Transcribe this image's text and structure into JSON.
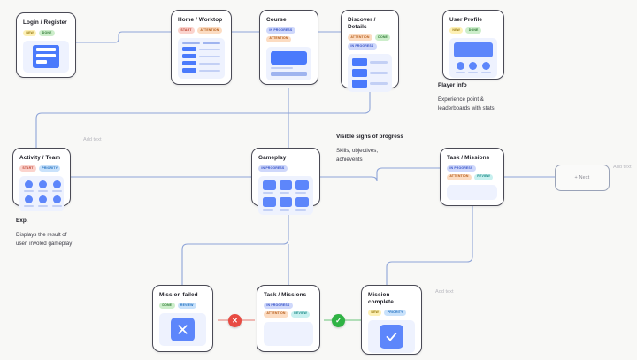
{
  "canvas": {
    "background": "#f8f8f6",
    "accent": "#4a7afc",
    "wire_color": "#8ea4d8",
    "fail_color": "#e84b42",
    "success_color": "#2fb344"
  },
  "badge_labels": {
    "new": "NEW",
    "done": "DONE",
    "start": "START",
    "attention": "ATTENTION",
    "in_progress": "IN PROGRESS",
    "priority": "PRIORITY",
    "review": "REVIEW"
  },
  "nodes": [
    {
      "id": "login-register",
      "title": "Login / Register",
      "badges": [
        {
          "label": "NEW",
          "style": "b-new"
        },
        {
          "label": "DONE",
          "style": "b-done"
        }
      ]
    },
    {
      "id": "home-worktop",
      "title": "Home / Worktop",
      "badges": [
        {
          "label": "START",
          "style": "b-start"
        },
        {
          "label": "ATTENTION",
          "style": "b-att"
        }
      ]
    },
    {
      "id": "course",
      "title": "Course",
      "badges": [
        {
          "label": "IN PROGRESS",
          "style": "b-prog"
        },
        {
          "label": "ATTENTION",
          "style": "b-att"
        }
      ]
    },
    {
      "id": "discover-details",
      "title": "Discover / Details",
      "badges": [
        {
          "label": "ATTENTION",
          "style": "b-att"
        },
        {
          "label": "DONE",
          "style": "b-done"
        },
        {
          "label": "IN PROGRESS",
          "style": "b-prog"
        }
      ]
    },
    {
      "id": "user-profile",
      "title": "User Profile",
      "badges": [
        {
          "label": "NEW",
          "style": "b-new"
        },
        {
          "label": "DONE",
          "style": "b-done"
        }
      ]
    },
    {
      "id": "activity-team",
      "title": "Activity / Team",
      "badges": [
        {
          "label": "START",
          "style": "b-start"
        },
        {
          "label": "PRIORITY",
          "style": "b-prio"
        }
      ]
    },
    {
      "id": "gameplay",
      "title": "Gameplay",
      "badges": [
        {
          "label": "IN PROGRESS",
          "style": "b-prog"
        }
      ]
    },
    {
      "id": "task-missions-right",
      "title": "Task / Missions",
      "badges": [
        {
          "label": "IN PROGRESS",
          "style": "b-prog"
        },
        {
          "label": "ATTENTION",
          "style": "b-att"
        },
        {
          "label": "REVIEW",
          "style": "b-rev"
        }
      ]
    },
    {
      "id": "mission-failed",
      "title": "Mission failed",
      "badges": [
        {
          "label": "DONE",
          "style": "b-done"
        },
        {
          "label": "REVIEW",
          "style": "b-prio"
        }
      ]
    },
    {
      "id": "task-missions-bottom",
      "title": "Task / Missions",
      "badges": [
        {
          "label": "IN PROGRESS",
          "style": "b-prog"
        },
        {
          "label": "ATTENTION",
          "style": "b-att"
        },
        {
          "label": "REVIEW",
          "style": "b-rev"
        }
      ]
    },
    {
      "id": "mission-complete",
      "title": "Mission complete",
      "badges": [
        {
          "label": "NEW",
          "style": "b-new"
        },
        {
          "label": "PRIORITY",
          "style": "b-prio"
        }
      ]
    }
  ],
  "annotations": [
    {
      "id": "player-info",
      "heading": "Player info",
      "body": "Experience point &\nleaderboards with stats"
    },
    {
      "id": "exp",
      "heading": "Exp.",
      "body": "Displays the result of\nuser, involed gameplay"
    },
    {
      "id": "progress",
      "heading": "Visible signs of progress",
      "body": "Skills, objectives,\nachievents"
    }
  ],
  "placeholders": {
    "add_text_left": "Add text",
    "add_text_right": "Add text",
    "add_text_bottom": "Add text"
  },
  "next_node": {
    "label": "+ Next"
  },
  "markers": [
    {
      "id": "fail-marker",
      "glyph": "✕",
      "meaning": "failed"
    },
    {
      "id": "success-marker",
      "glyph": "✓",
      "meaning": "complete"
    }
  ]
}
